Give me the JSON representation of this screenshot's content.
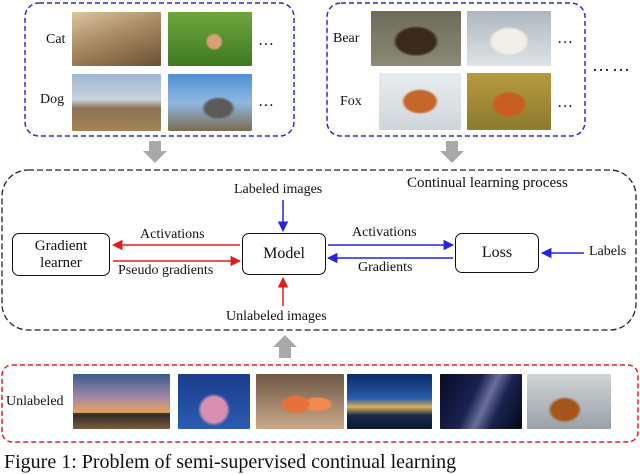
{
  "colors": {
    "frame_blue": "#2b2bd9",
    "frame_red": "#e02020",
    "frame_black": "#222222",
    "arrow_blue": "#2323e0",
    "arrow_red": "#e01e1e",
    "arrow_gray": "#a9a9a9"
  },
  "top_left_group": {
    "labels": [
      "Cat",
      "Dog"
    ],
    "ellipsis": "…"
  },
  "top_right_group": {
    "labels": [
      "Bear",
      "Fox"
    ],
    "ellipsis": "…"
  },
  "outer_ellipsis": "……",
  "process": {
    "title": "Continual learning process",
    "labeled_images": "Labeled images",
    "unlabeled_images": "Unlabeled images",
    "gradient_learner": "Gradient learner",
    "model": "Model",
    "loss": "Loss",
    "labels": "Labels",
    "activations_left": "Activations",
    "pseudo_gradients": "Pseudo gradients",
    "activations_right": "Activations",
    "gradients": "Gradients"
  },
  "bottom_group": {
    "label": "Unlabeled",
    "image_icons": [
      "pyramids-photo",
      "coral-reef-photo",
      "sushi-photo",
      "city-skyline-photo",
      "milky-way-photo",
      "tea-cup-photo"
    ]
  },
  "caption": "Figure 1:  Problem of semi-supervised continual learning"
}
